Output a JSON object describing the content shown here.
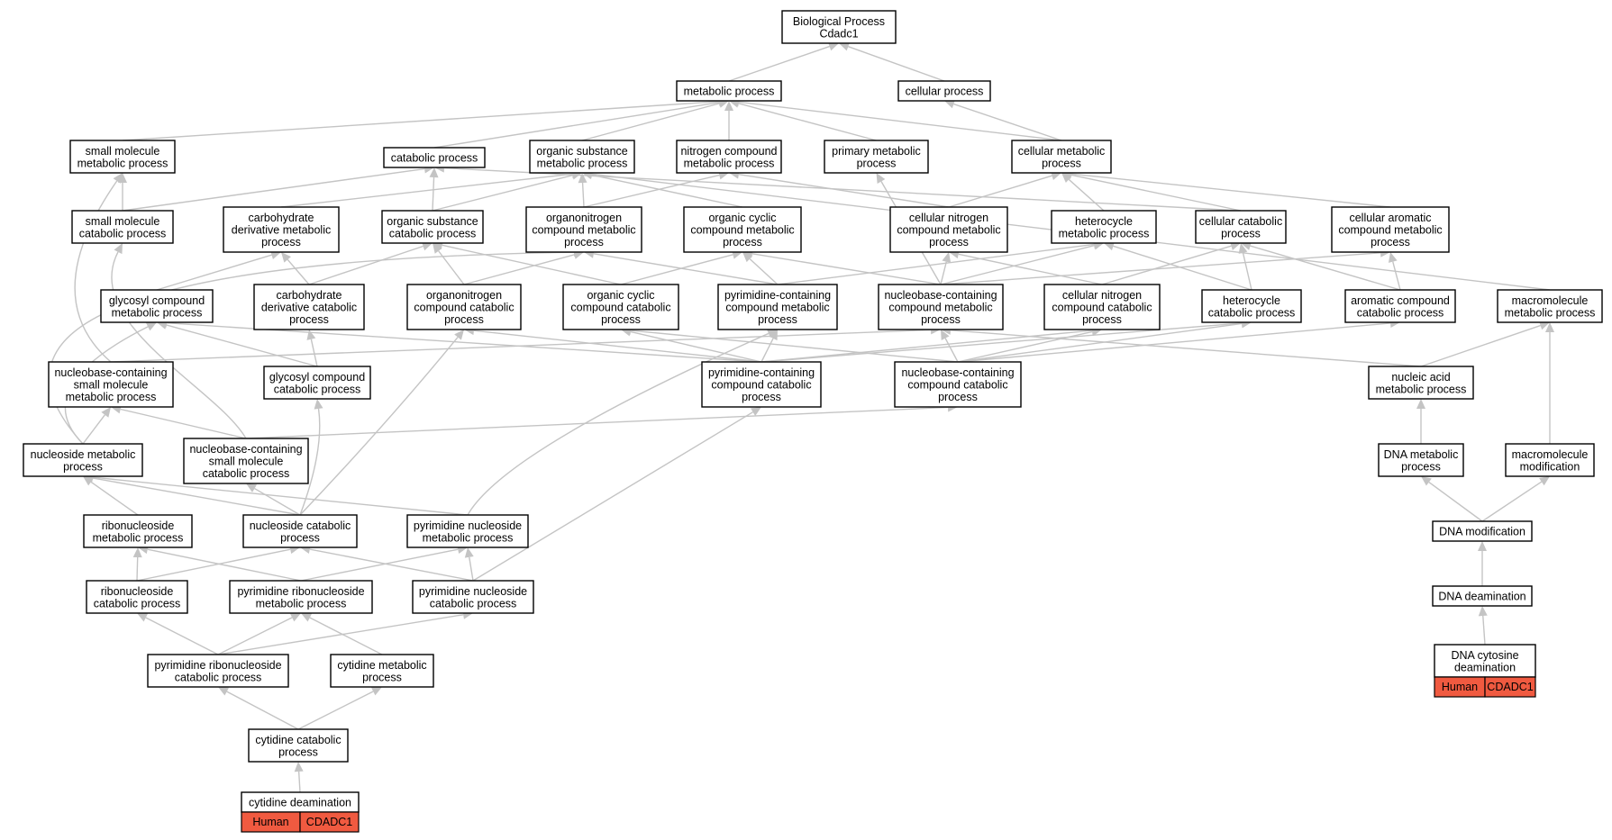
{
  "colors": {
    "edge": "#c4c4c4",
    "box_border": "#000000",
    "annotation": "#f05a40"
  },
  "nodes": {
    "root": {
      "lines": [
        "Biological Process",
        "Cdadc1"
      ]
    },
    "metabolic": {
      "lines": [
        "metabolic process"
      ]
    },
    "cellular": {
      "lines": [
        "cellular process"
      ]
    },
    "small_mol_met": {
      "lines": [
        "small molecule",
        "metabolic process"
      ]
    },
    "catabolic": {
      "lines": [
        "catabolic process"
      ]
    },
    "org_subst_met": {
      "lines": [
        "organic substance",
        "metabolic process"
      ]
    },
    "nitrogen_met": {
      "lines": [
        "nitrogen compound",
        "metabolic process"
      ]
    },
    "primary_met": {
      "lines": [
        "primary metabolic",
        "process"
      ]
    },
    "cellular_met": {
      "lines": [
        "cellular metabolic",
        "process"
      ]
    },
    "small_mol_cat": {
      "lines": [
        "small molecule",
        "catabolic process"
      ]
    },
    "carb_deriv_met": {
      "lines": [
        "carbohydrate",
        "derivative metabolic",
        "process"
      ]
    },
    "org_subst_cat": {
      "lines": [
        "organic substance",
        "catabolic process"
      ]
    },
    "organonitrogen_met": {
      "lines": [
        "organonitrogen",
        "compound metabolic",
        "process"
      ]
    },
    "org_cyclic_met": {
      "lines": [
        "organic cyclic",
        "compound metabolic",
        "process"
      ]
    },
    "cell_nitrogen_met": {
      "lines": [
        "cellular nitrogen",
        "compound metabolic",
        "process"
      ]
    },
    "heterocycle_met": {
      "lines": [
        "heterocycle",
        "metabolic process"
      ]
    },
    "cellular_cat": {
      "lines": [
        "cellular catabolic",
        "process"
      ]
    },
    "cell_aromatic_met": {
      "lines": [
        "cellular aromatic",
        "compound metabolic",
        "process"
      ]
    },
    "glycosyl_met": {
      "lines": [
        "glycosyl compound",
        "metabolic process"
      ]
    },
    "carb_deriv_cat": {
      "lines": [
        "carbohydrate",
        "derivative catabolic",
        "process"
      ]
    },
    "organonitrogen_cat": {
      "lines": [
        "organonitrogen",
        "compound catabolic",
        "process"
      ]
    },
    "org_cyclic_cat": {
      "lines": [
        "organic cyclic",
        "compound catabolic",
        "process"
      ]
    },
    "pyrimidine_met": {
      "lines": [
        "pyrimidine-containing",
        "compound metabolic",
        "process"
      ]
    },
    "nucleobase_met": {
      "lines": [
        "nucleobase-containing",
        "compound metabolic",
        "process"
      ]
    },
    "cell_nitrogen_cat": {
      "lines": [
        "cellular nitrogen",
        "compound catabolic",
        "process"
      ]
    },
    "heterocycle_cat": {
      "lines": [
        "heterocycle",
        "catabolic process"
      ]
    },
    "aromatic_cat": {
      "lines": [
        "aromatic compound",
        "catabolic process"
      ]
    },
    "macromolecule_met": {
      "lines": [
        "macromolecule",
        "metabolic process"
      ]
    },
    "nb_small_mol_met": {
      "lines": [
        "nucleobase-containing",
        "small molecule",
        "metabolic process"
      ]
    },
    "glycosyl_cat": {
      "lines": [
        "glycosyl compound",
        "catabolic process"
      ]
    },
    "pyrimidine_cat": {
      "lines": [
        "pyrimidine-containing",
        "compound catabolic",
        "process"
      ]
    },
    "nucleobase_cat": {
      "lines": [
        "nucleobase-containing",
        "compound catabolic",
        "process"
      ]
    },
    "nucleic_acid_met": {
      "lines": [
        "nucleic acid",
        "metabolic process"
      ]
    },
    "nucleoside_met": {
      "lines": [
        "nucleoside metabolic",
        "process"
      ]
    },
    "nb_small_mol_cat": {
      "lines": [
        "nucleobase-containing",
        "small molecule",
        "catabolic process"
      ]
    },
    "dna_met": {
      "lines": [
        "DNA metabolic",
        "process"
      ]
    },
    "macromolecule_mod": {
      "lines": [
        "macromolecule",
        "modification"
      ]
    },
    "ribonucleoside_met": {
      "lines": [
        "ribonucleoside",
        "metabolic process"
      ]
    },
    "nucleoside_cat": {
      "lines": [
        "nucleoside catabolic",
        "process"
      ]
    },
    "pyr_nucleoside_met": {
      "lines": [
        "pyrimidine nucleoside",
        "metabolic process"
      ]
    },
    "dna_modification": {
      "lines": [
        "DNA modification"
      ]
    },
    "ribonucleoside_cat": {
      "lines": [
        "ribonucleoside",
        "catabolic process"
      ]
    },
    "pyr_ribonucleoside_met": {
      "lines": [
        "pyrimidine ribonucleoside",
        "metabolic process"
      ]
    },
    "pyr_nucleoside_cat": {
      "lines": [
        "pyrimidine nucleoside",
        "catabolic process"
      ]
    },
    "dna_deamination": {
      "lines": [
        "DNA deamination"
      ]
    },
    "pyr_ribonucleoside_cat": {
      "lines": [
        "pyrimidine ribonucleoside",
        "catabolic process"
      ]
    },
    "cytidine_met": {
      "lines": [
        "cytidine metabolic",
        "process"
      ]
    },
    "cytidine_cat": {
      "lines": [
        "cytidine catabolic",
        "process"
      ]
    },
    "dna_cytosine_deam": {
      "lines": [
        "DNA cytosine",
        "deamination"
      ],
      "annotation": [
        "Human",
        "CDADC1"
      ]
    },
    "cytidine_deam": {
      "lines": [
        "cytidine deamination"
      ],
      "annotation": [
        "Human",
        "CDADC1"
      ]
    }
  }
}
